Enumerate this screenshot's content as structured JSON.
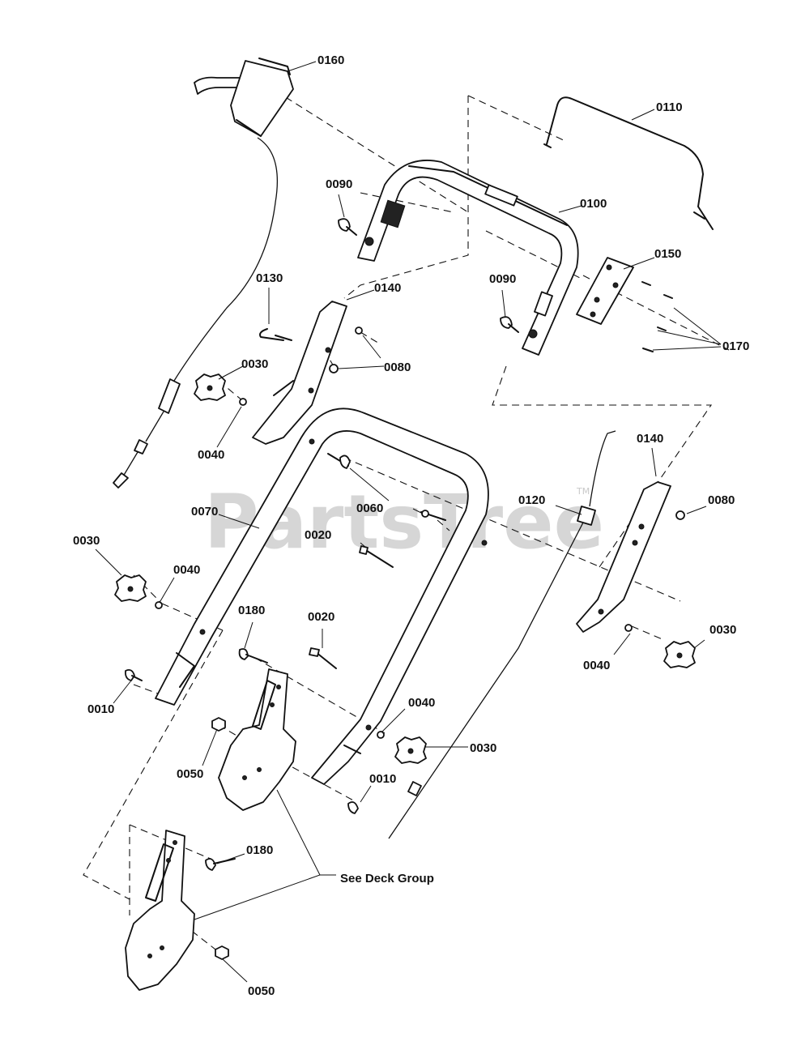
{
  "watermark": {
    "text": "PartsTree",
    "trademark": "TM"
  },
  "labels": {
    "p0160": "0160",
    "p0110": "0110",
    "p0090a": "0090",
    "p0100": "0100",
    "p0130": "0130",
    "p0140a": "0140",
    "p0090b": "0090",
    "p0150": "0150",
    "p0030a": "0030",
    "p0080a": "0080",
    "p0170": "0170",
    "p0040a": "0040",
    "p0140b": "0140",
    "p0060": "0060",
    "p0120": "0120",
    "p0080b": "0080",
    "p0070": "0070",
    "p0020a": "0020",
    "p0030b": "0030",
    "p0040b": "0040",
    "p0180a": "0180",
    "p0020b": "0020",
    "p0030c": "0030",
    "p0040c": "0040",
    "p0010a": "0010",
    "p0040d": "0040",
    "p0030d": "0030",
    "p0050a": "0050",
    "p0010b": "0010",
    "p0180b": "0180",
    "p0050b": "0050",
    "deckGroup": "See Deck Group"
  }
}
